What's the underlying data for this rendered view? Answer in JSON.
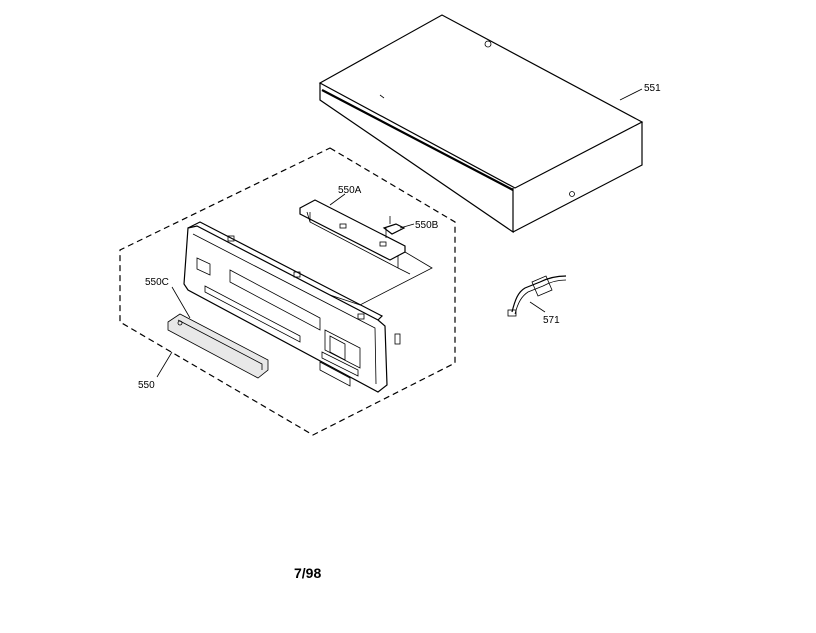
{
  "parts": {
    "cabinet": "551",
    "bracket_a": "550A",
    "bracket_b": "550B",
    "window": "550C",
    "front_panel": "550",
    "cable": "571"
  },
  "footer": {
    "date": "7/98"
  }
}
